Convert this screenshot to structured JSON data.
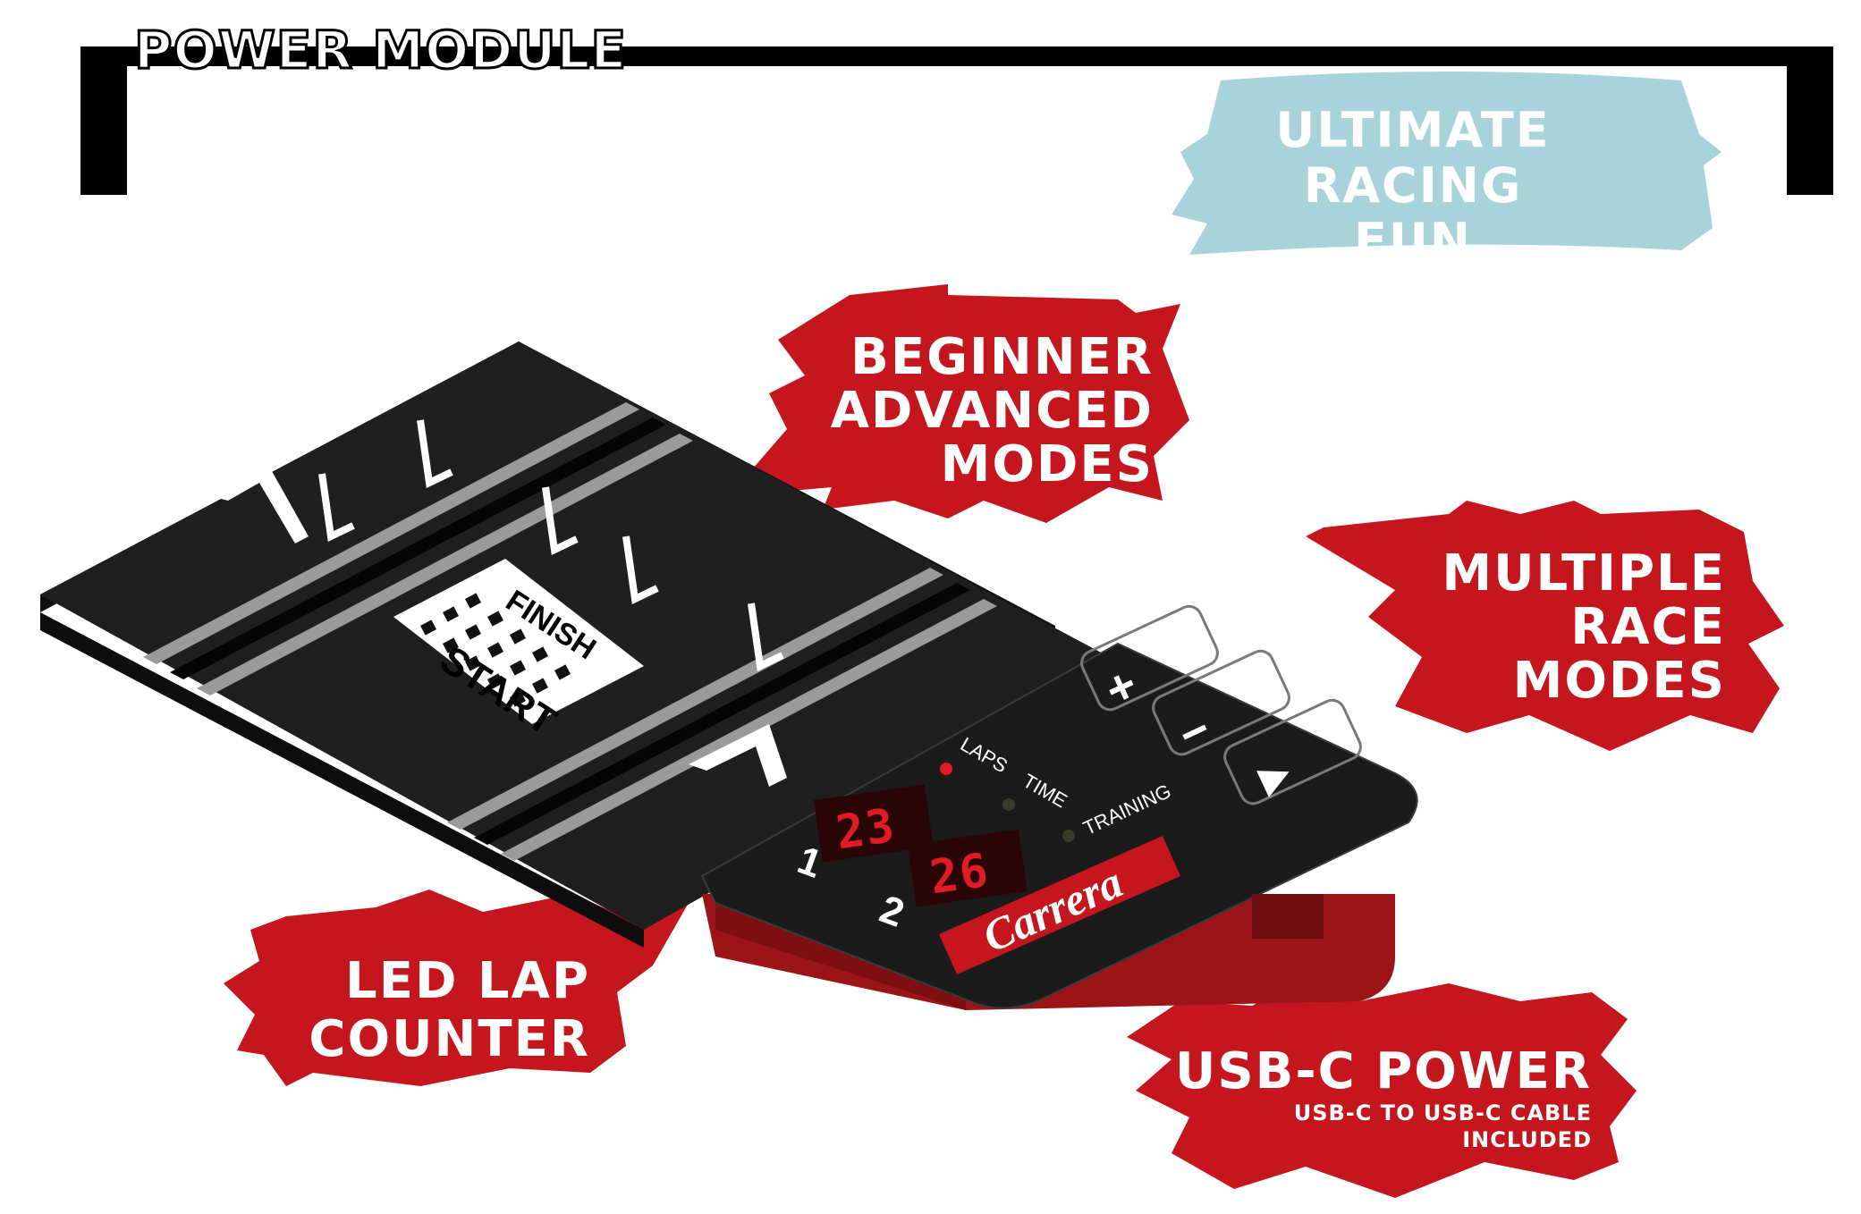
{
  "frame": {
    "title": "POWER MODULE"
  },
  "banner": {
    "line1": "ULTIMATE",
    "line2": "RACING",
    "line3": "FUN",
    "color": "#a9d3da"
  },
  "callouts": {
    "modes": {
      "line1": "BEGINNER",
      "line2": "ADVANCED",
      "line3": "MODES"
    },
    "race": {
      "line1": "MULTIPLE",
      "line2": "RACE",
      "line3": "MODES"
    },
    "led": {
      "line1": "LED LAP",
      "line2": "COUNTER"
    },
    "usb": {
      "title": "USB-C POWER",
      "sub1": "USB-C TO USB-C CABLE",
      "sub2": "INCLUDED"
    }
  },
  "device": {
    "buttons": {
      "plus": "+",
      "minus": "−",
      "play": "▶"
    },
    "indicators": {
      "laps": "LAPS",
      "time": "TIME",
      "training": "TRAINING"
    },
    "lanes": {
      "lane1": "1",
      "lane2": "2"
    },
    "displays": {
      "lane1_value": "23",
      "lane2_value": "26"
    },
    "brand": "Carrera",
    "track_text": {
      "start": "START",
      "finish": "FINISH"
    }
  },
  "colors": {
    "accent_red": "#c4161c",
    "panel_black": "#1b1b1b",
    "banner_blue": "#a9d3da"
  }
}
